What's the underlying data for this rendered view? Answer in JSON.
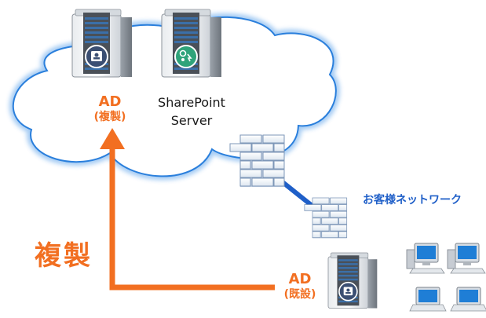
{
  "nodes": {
    "ad_cloud": {
      "title": "AD",
      "subtitle": "(複製)"
    },
    "sharepoint": {
      "line1": "SharePoint",
      "line2": "Server"
    },
    "customer_network": {
      "label": "お客様ネットワーク"
    },
    "replication": {
      "label": "複製"
    },
    "ad_onprem": {
      "title": "AD",
      "subtitle": "(既設)"
    }
  },
  "icons": [
    "cloud-shape",
    "server-ad-icon",
    "server-sharepoint-icon",
    "firewall-icon",
    "desktop-pc-icon",
    "laptop-icon"
  ],
  "colors": {
    "accent": "#f26f21",
    "cloud_edge": "#3a8fe6",
    "link": "#1f5fc8",
    "network_text": "#1f5fc8"
  }
}
